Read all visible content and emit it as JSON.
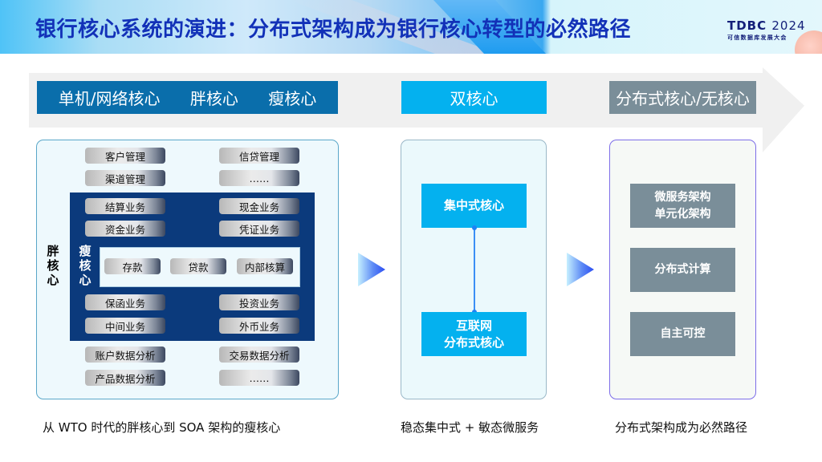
{
  "header": {
    "title": "银行核心系统的演进：分布式架构成为银行核心转型的必然路径",
    "brand_name": "TDBC",
    "brand_year": "2024",
    "brand_subtitle": "可信数据库发展大会"
  },
  "stages": [
    {
      "labels": [
        "单机/网络核心",
        "胖核心",
        "瘦核心"
      ],
      "color": "#0a6eab"
    },
    {
      "labels": [
        "双核心"
      ],
      "color": "#04b1ef"
    },
    {
      "labels": [
        "分布式核心/无核心"
      ],
      "color": "#7a8e99"
    }
  ],
  "fat_core": {
    "outer_label": "胖核心",
    "outer_label_chars": [
      "胖",
      "核",
      "心"
    ],
    "top_modules": [
      [
        "客户管理",
        "信贷管理"
      ],
      [
        "渠道管理",
        "……"
      ]
    ],
    "thin_core": {
      "label": "瘦核心",
      "label_chars": [
        "瘦",
        "核",
        "心"
      ],
      "upper_modules": [
        [
          "结算业务",
          "现金业务"
        ],
        [
          "资金业务",
          "凭证业务"
        ]
      ],
      "core_modules": [
        "存款",
        "贷款",
        "内部核算"
      ],
      "lower_modules": [
        [
          "保函业务",
          "投资业务"
        ],
        [
          "中间业务",
          "外币业务"
        ]
      ]
    },
    "bottom_modules": [
      [
        "账户数据分析",
        "交易数据分析"
      ],
      [
        "产品数据分析",
        "……"
      ]
    ]
  },
  "dual_core": {
    "top_box": "集中式核心",
    "bottom_box_lines": [
      "互联网",
      "分布式核心"
    ]
  },
  "distributed": {
    "boxes": [
      [
        "微服务架构",
        "单元化架构"
      ],
      [
        "分布式计算"
      ],
      [
        "自主可控"
      ]
    ]
  },
  "captions": [
    "从 WTO 时代的胖核心到 SOA 架构的瘦核心",
    "稳态集中式 + 敏态微服务",
    "分布式架构成为必然路径"
  ],
  "colors": {
    "title": "#1231b8",
    "fat_core_blue": "#0b3a7c",
    "cyan": "#04b1ef",
    "slate": "#7a8e99",
    "stage1": "#0a6eab"
  }
}
